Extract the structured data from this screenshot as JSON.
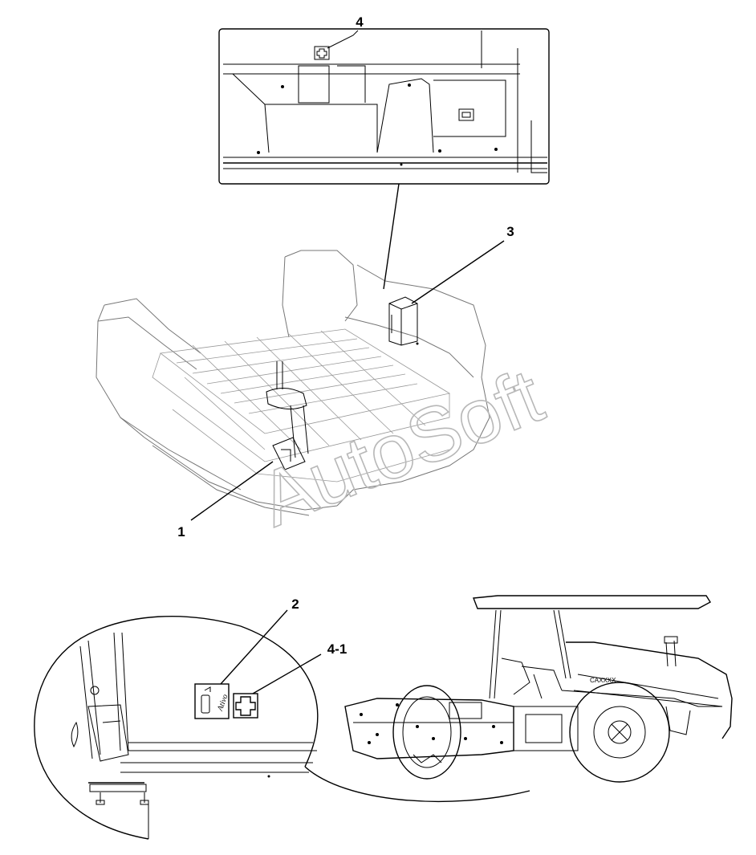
{
  "callouts": {
    "c1": "1",
    "c2": "2",
    "c3": "3",
    "c4": "4",
    "c41": "4-1"
  },
  "watermark": "AutoSoft",
  "machine_model_label": "CAXXXX",
  "decal_text": "Ativo"
}
